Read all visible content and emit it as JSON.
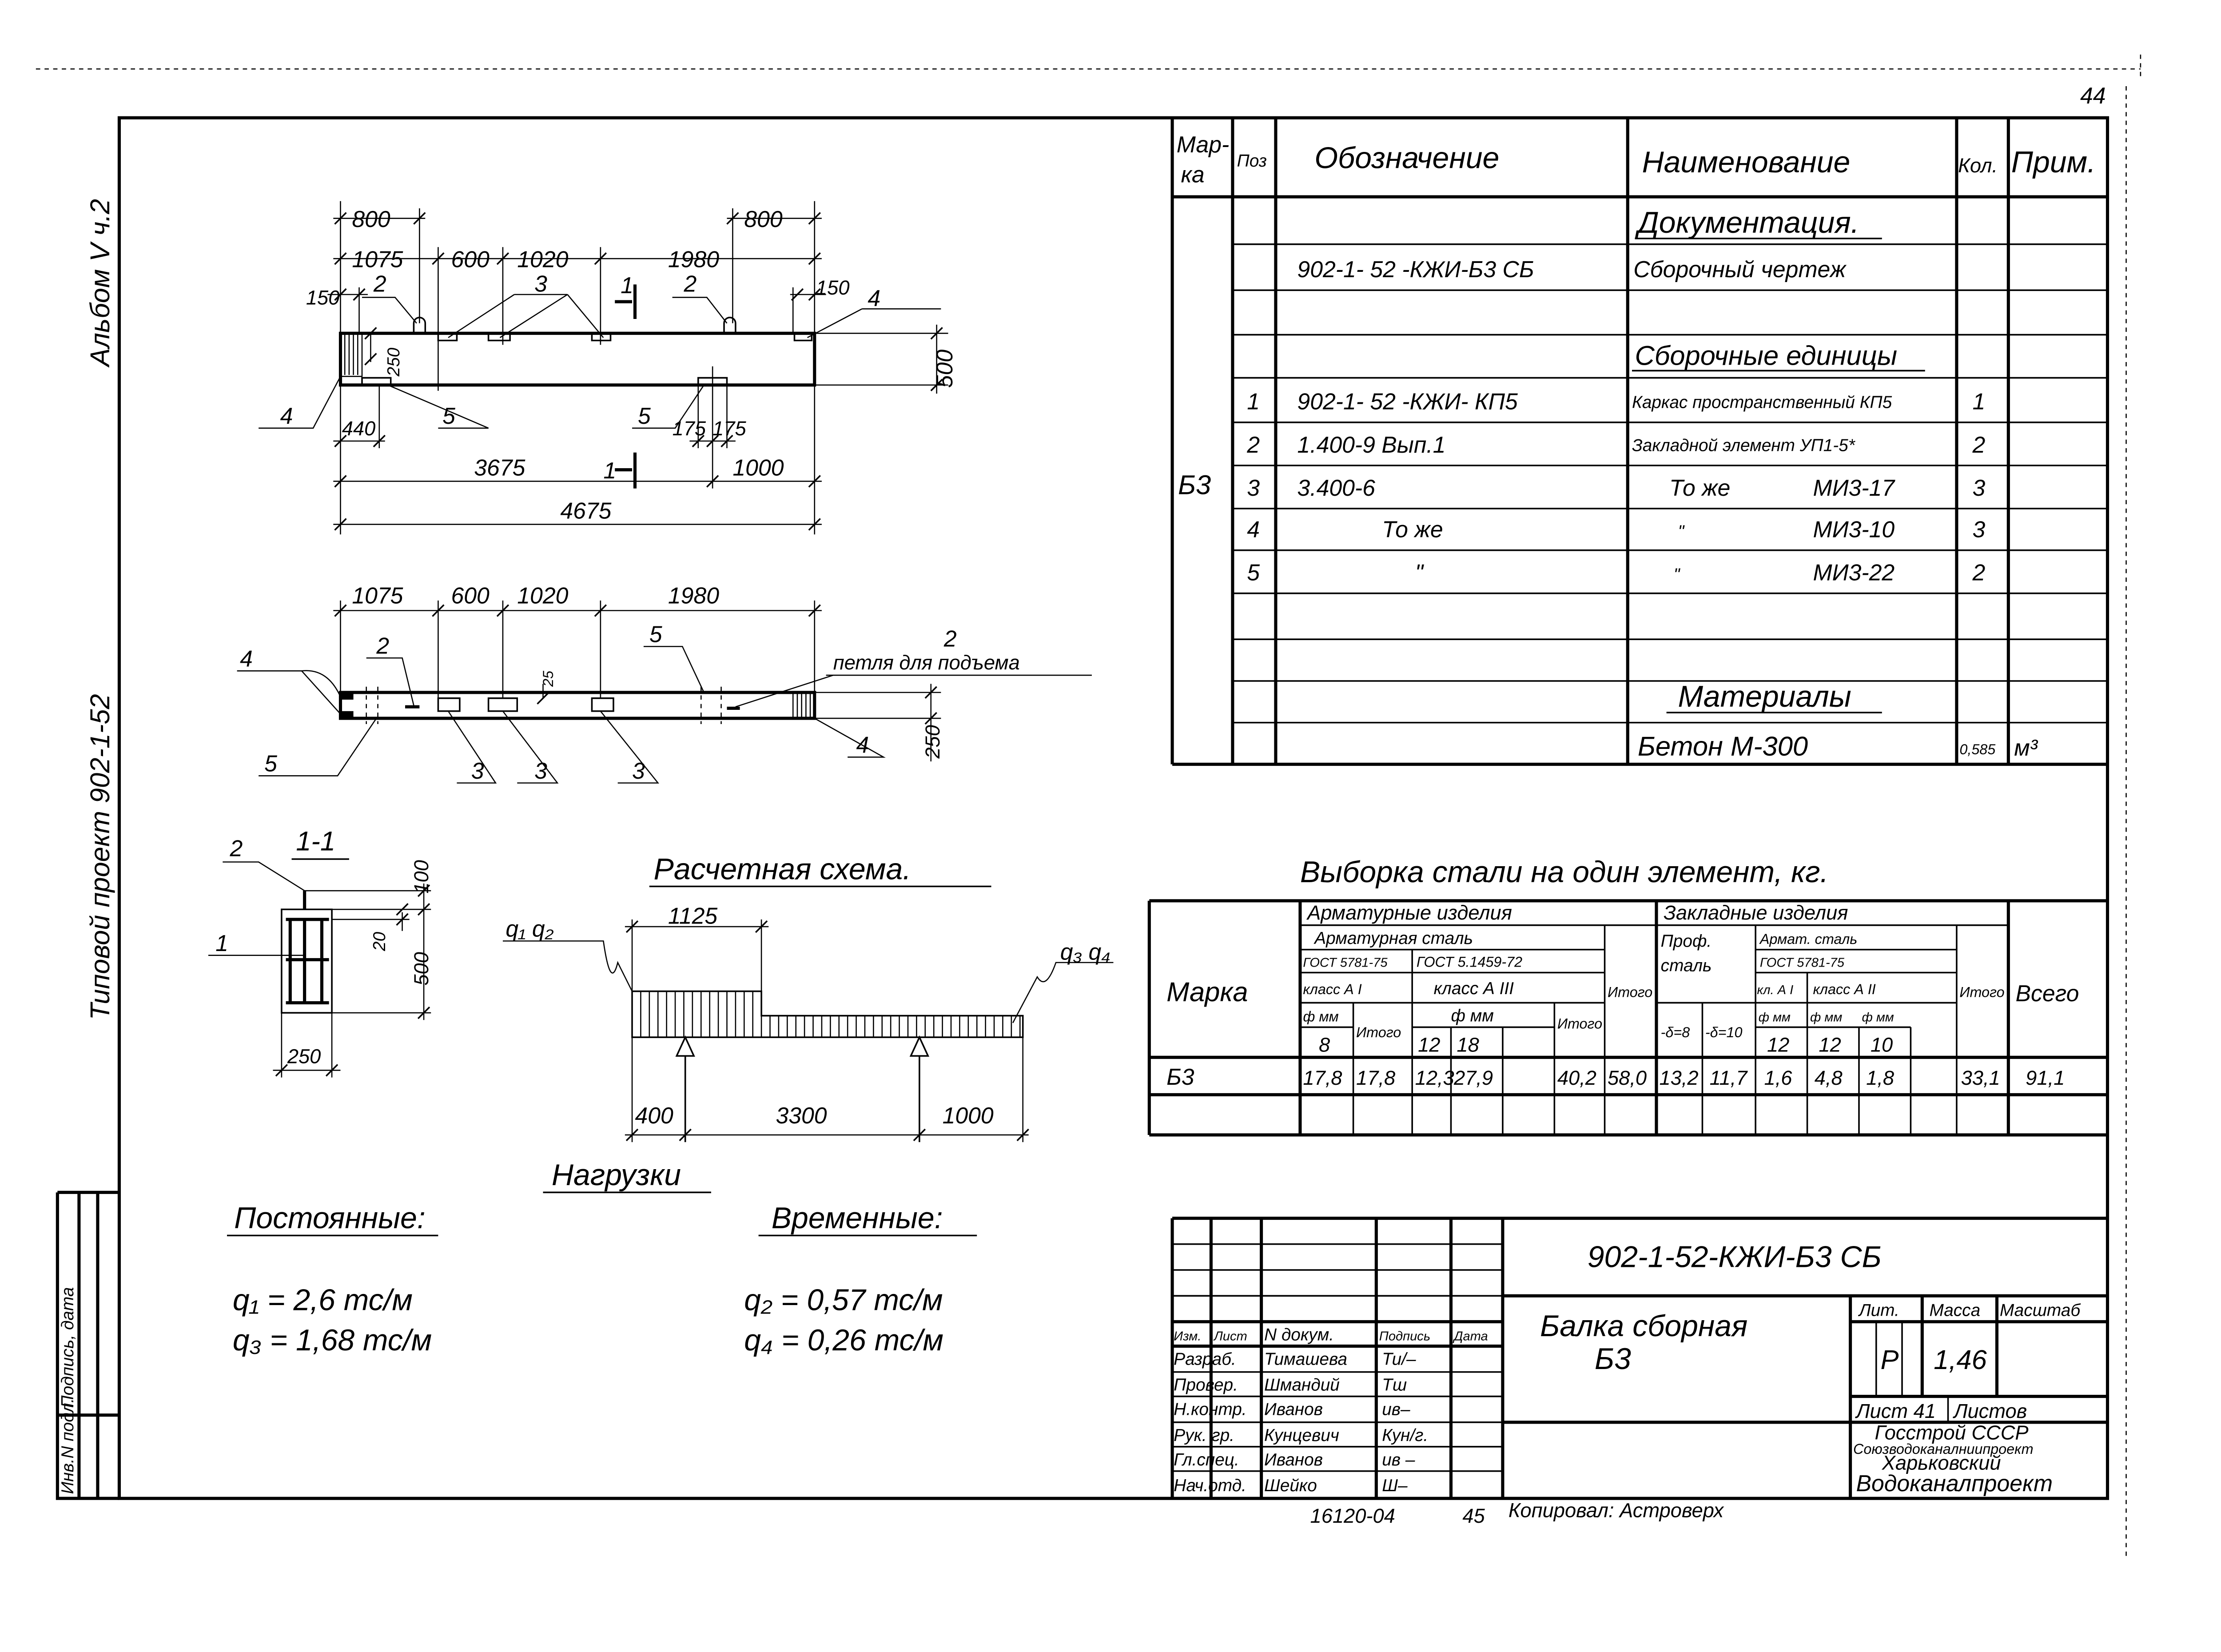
{
  "sheet_number": "44",
  "margin": {
    "album": "Альбом V ч.2",
    "project": "Типовой проект 902-1-52",
    "stamp_inv": "Инв.N подл.",
    "stamp_sign": "Подпись, дата"
  },
  "spec": {
    "headers": {
      "mark_1": "Мар-",
      "mark_2": "ка",
      "pos": "Поз",
      "designation": "Обозначение",
      "name": "Наименование",
      "qty": "Кол.",
      "note": "Прим."
    },
    "mark": "Б3",
    "section_docs": "Документация.",
    "section_units": "Сборочные единицы",
    "section_materials": "Материалы",
    "rows": [
      {
        "pos": "",
        "designation": "902-1- 52 -КЖИ-Б3 СБ",
        "name": "Сборочный  чертеж",
        "name2": "",
        "qty": ""
      },
      {
        "pos": "1",
        "designation": "902-1- 52 -КЖИ- КП5",
        "name": "Каркас пространственный КП5",
        "name2": "",
        "qty": "1"
      },
      {
        "pos": "2",
        "designation": "1.400-9      Вып.1",
        "name": "Закладной элемент УП1-5*",
        "name2": "",
        "qty": "2"
      },
      {
        "pos": "3",
        "designation": "3.400-6",
        "name": "То же",
        "name2": "МИ3-17",
        "qty": "3"
      },
      {
        "pos": "4",
        "designation": "То же",
        "name": "\"",
        "name2": "МИ3-10",
        "qty": "3"
      },
      {
        "pos": "5",
        "designation": "\"",
        "name": "\"",
        "name2": "МИ3-22",
        "qty": "2"
      }
    ],
    "material": {
      "name": "Бетон   М-300",
      "qty": "0,585",
      "unit": "м³"
    }
  },
  "steel": {
    "title": "Выборка стали на один элемент, кг.",
    "h_mark": "Марка",
    "h_rebar_products": "Арматурные изделия",
    "h_embedded": "Закладные изделия",
    "h_rebar_steel": "Арматурная сталь",
    "h_gost_a": "ГОСТ 5781-75",
    "h_gost_b": "ГОСТ 5.1459-72",
    "h_class_a1": "класс А I",
    "h_class_a3": "класс А III",
    "h_dia": "ф мм",
    "h_total": "Итого",
    "h_prof": "Проф.",
    "h_prof2": "сталь",
    "h_armat_steel": "Армат. сталь",
    "h_gost_c": "ГОСТ 5781-75",
    "h_kl_a1": "кл. А I",
    "h_class_a2": "класс А II",
    "h_delta8": "-δ=8",
    "h_delta10": "-δ=10",
    "h_grand": "Всего",
    "diameters": [
      "8",
      "12",
      "18",
      "12",
      "12",
      "10"
    ],
    "row": {
      "mark": "Б3",
      "values": [
        "17,8",
        "17,8",
        "12,3",
        "27,9",
        "",
        "40,2",
        "58,0",
        "13,2",
        "11,7",
        "1,6",
        "4,8",
        "1,8",
        "",
        "33,1",
        "91,1"
      ]
    }
  },
  "elevation": {
    "dims": {
      "d800a": "800",
      "d800b": "800",
      "d1075": "1075",
      "d600": "600",
      "d1020": "1020",
      "d1980": "1980",
      "d150a": "150",
      "d150b": "150",
      "d500": "500",
      "d250": "250",
      "d440": "440",
      "d175a": "175",
      "d175b": "175",
      "d3675": "3675",
      "d1000": "1000",
      "d4675": "4675"
    },
    "callouts": {
      "c2a": "2",
      "c2b": "2",
      "c3": "3",
      "c4a": "4",
      "c4b": "4",
      "c5a": "5",
      "c5b": "5"
    },
    "section_a": "1",
    "section_b": "1"
  },
  "plan": {
    "dims": {
      "d1075": "1075",
      "d600": "600",
      "d1020": "1020",
      "d1980": "1980",
      "d25": "25",
      "d250": "250"
    },
    "callouts": {
      "c4a": "4",
      "c2a": "2",
      "c5a": "5",
      "c2b": "2",
      "c5b": "5",
      "c3a": "3",
      "c3b": "3",
      "c3c": "3",
      "c4b": "4"
    },
    "loop_note": "петля для подъема"
  },
  "section": {
    "title": "1-1",
    "callout_2": "2",
    "callout_1": "1",
    "d100": "100",
    "d20": "20",
    "d500": "500",
    "d250": "250"
  },
  "scheme": {
    "title": "Расчетная схема.",
    "q12": "q₁ q₂",
    "q34": "q₃ q₄",
    "d1125": "1125",
    "d400": "400",
    "d3300": "3300",
    "d1000": "1000"
  },
  "loads": {
    "title": "Нагрузки",
    "permanent_title": "Постоянные:",
    "temporary_title": "Временные:",
    "q1": "q₁  =  2,6 тс/м",
    "q3": "q₃  =  1,68 тс/м",
    "q2": "q₂ = 0,57 тс/м",
    "q4": "q₄ = 0,26 тс/м"
  },
  "title_block": {
    "code": "902-1-52-КЖИ-Б3 СБ",
    "title_1": "Балка  сборная",
    "title_2": "Б3",
    "cols": {
      "izm": "Изм.",
      "list": "Лист",
      "doc": "N докум.",
      "sign": "Подпись",
      "date": "Дата"
    },
    "people": [
      {
        "role": "Разраб.",
        "name": "Тимашева",
        "sign": "Ти/–"
      },
      {
        "role": "Провер.",
        "name": "Шмандий",
        "sign": "Тш"
      },
      {
        "role": "Н.контр.",
        "name": "Иванов",
        "sign": "ив–"
      },
      {
        "role": "Рук. гр.",
        "name": "Кунцевич",
        "sign": "Кун/г."
      },
      {
        "role": "Гл.спец.",
        "name": "Иванов",
        "sign": "ив –"
      },
      {
        "role": "Нач.отд.",
        "name": "Шейко",
        "sign": "Ш–"
      }
    ],
    "lit_label": "Лит.",
    "mass_label": "Масса",
    "scale_label": "Масштаб",
    "lit_value": "Р",
    "mass_value": "1,46",
    "sheet_label": "Лист 41",
    "sheets_label": "Листов",
    "org_1": "Госстрой СССР",
    "org_2": "Союзводоканалниипроект",
    "org_3": "Харьковский",
    "org_4": "Водоканалпроект"
  },
  "footer": {
    "inv": "16120-04",
    "format": "45",
    "copied": "Копировал: Астроверх"
  }
}
